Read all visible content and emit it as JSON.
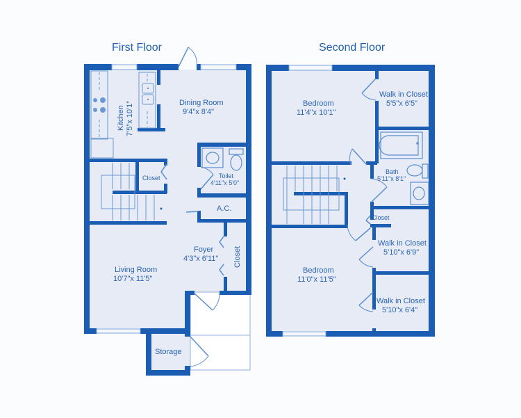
{
  "titles": {
    "first_floor": "First Floor",
    "second_floor": "Second Floor"
  },
  "colors": {
    "wall": "#1a5db3",
    "floor": "#e6ebf5",
    "fixture_line": "#5a8ed0",
    "text": "#2a64b4",
    "background": "#fbfcfe"
  },
  "first_floor": {
    "rooms": [
      {
        "name": "Kitchen",
        "dims": "7'5\"x 10'1\""
      },
      {
        "name": "Dining Room",
        "dims": "9'4\"x 8'4\""
      },
      {
        "name": "Closet",
        "dims": ""
      },
      {
        "name": "Toilet",
        "dims": "4'11\"x 5'0\""
      },
      {
        "name": "A.C.",
        "dims": ""
      },
      {
        "name": "Foyer",
        "dims": "4'3\"x 6'11\""
      },
      {
        "name": "Closet",
        "dims": ""
      },
      {
        "name": "Living Room",
        "dims": "10'7\"x 11'5\""
      },
      {
        "name": "Storage",
        "dims": ""
      }
    ]
  },
  "second_floor": {
    "rooms": [
      {
        "name": "Bedroom",
        "dims": "11'4\"x 10'1\""
      },
      {
        "name": "Walk in Closet",
        "dims": "5'5\"x 6'5\""
      },
      {
        "name": "Bath",
        "dims": "5'11\"x 8'1\""
      },
      {
        "name": "Closet",
        "dims": ""
      },
      {
        "name": "Walk in Closet",
        "dims": "5'10\"x 6'9\""
      },
      {
        "name": "Bedroom",
        "dims": "11'0\"x 11'5\""
      },
      {
        "name": "Walk in Closet",
        "dims": "5'10\"x 6'4\""
      }
    ]
  }
}
